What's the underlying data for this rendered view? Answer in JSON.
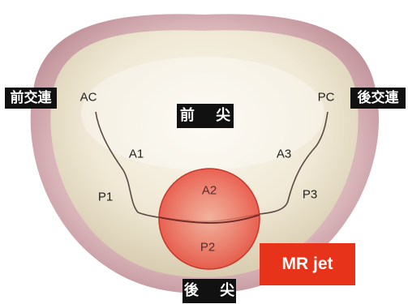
{
  "labels": {
    "anterior_commissure": "前交連",
    "posterior_commissure": "後交連",
    "anterior_leaflet": "前 尖",
    "posterior_leaflet": "後 尖"
  },
  "segments": {
    "ac": "AC",
    "pc": "PC",
    "a1": "A1",
    "a2": "A2",
    "a3": "A3",
    "p1": "P1",
    "p2": "P2",
    "p3": "P3"
  },
  "jet_label": "MR jet",
  "colors": {
    "jet_box": "#e8331b",
    "jet_circle": "#e84a3a",
    "label_bg": "#111111",
    "valve": "#f1ead9",
    "tissue_rim": "#c9a3a6"
  }
}
